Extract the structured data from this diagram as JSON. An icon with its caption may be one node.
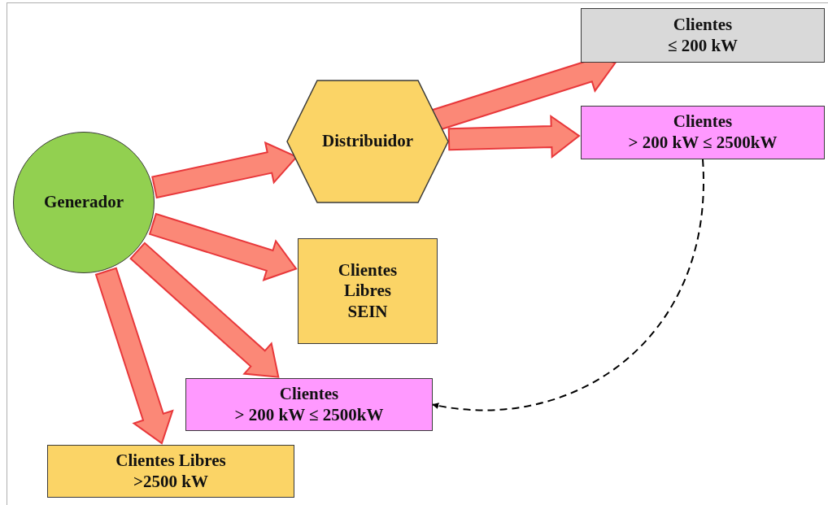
{
  "diagram": {
    "nodes": [
      {
        "text": [
          "Generador"
        ]
      },
      {
        "text": [
          "Distribuidor"
        ]
      },
      {
        "text": [
          "Clientes",
          "≤ 200 kW"
        ]
      },
      {
        "text": [
          "Clientes",
          "> 200 kW ≤ 2500kW"
        ]
      },
      {
        "text": [
          "Clientes Libres SEIN"
        ]
      },
      {
        "text": [
          "Clientes",
          "> 200 kW ≤ 2500kW"
        ]
      },
      {
        "text": [
          "Clientes Libres",
          ">2500 kW"
        ]
      }
    ],
    "edges": [
      {
        "from": 0,
        "to": 1,
        "arrow": "to"
      },
      {
        "from": 1,
        "to": 2,
        "arrow": "to"
      },
      {
        "from": 1,
        "to": 3,
        "arrow": "to"
      },
      {
        "from": 0,
        "to": 4,
        "arrow": "to"
      },
      {
        "from": 0,
        "to": 5,
        "arrow": "to"
      },
      {
        "from": 0,
        "to": 6,
        "arrow": "to"
      },
      {
        "from": 3,
        "to": 5,
        "arrow": "to",
        "style": "dashed",
        "color": "#000000"
      }
    ]
  }
}
